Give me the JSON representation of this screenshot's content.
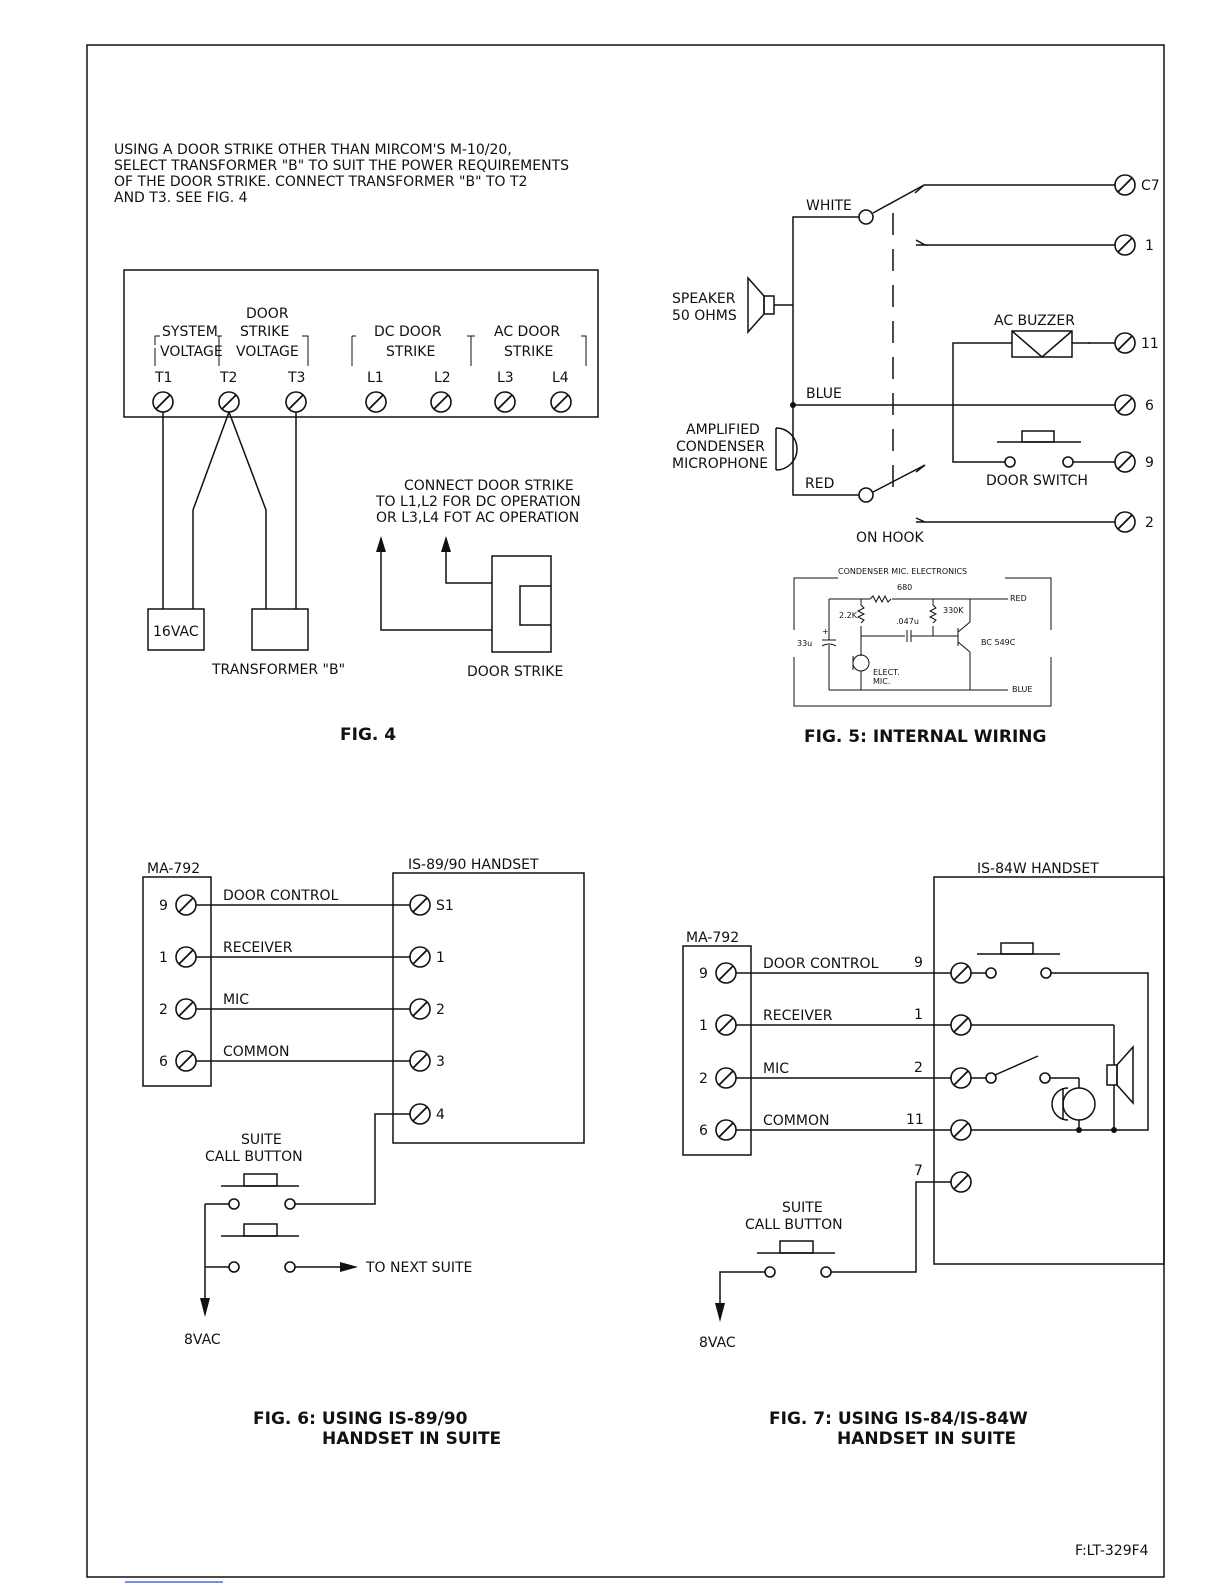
{
  "note": [
    "USING A DOOR STRIKE OTHER THAN MIRCOM'S M-10/20,",
    "SELECT TRANSFORMER \"B\" TO SUIT THE POWER REQUIREMENTS",
    "OF THE DOOR STRIKE. CONNECT TRANSFORMER \"B\" TO T2",
    "AND T3. SEE FIG. 4"
  ],
  "fig4": {
    "caption": "FIG. 4",
    "group_system": [
      "SYSTEM",
      "VOLTAGE"
    ],
    "group_door": [
      "DOOR",
      "STRIKE",
      "VOLTAGE"
    ],
    "group_dc": [
      "DC DOOR",
      "STRIKE"
    ],
    "group_ac": [
      "AC DOOR",
      "STRIKE"
    ],
    "terminals": [
      "T1",
      "T2",
      "T3",
      "L1",
      "L2",
      "L3",
      "L4"
    ],
    "transformer_16vac": "16VAC",
    "transformer_b": "TRANSFORMER \"B\"",
    "connect_note": [
      "CONNECT DOOR STRIKE",
      "TO L1,L2 FOR DC OPERATION",
      "OR L3,L4 FOT AC OPERATION"
    ],
    "door_strike": "DOOR STRIKE"
  },
  "fig5": {
    "caption": "FIG. 5: INTERNAL WIRING",
    "white": "WHITE",
    "blue": "BLUE",
    "red": "RED",
    "speaker": [
      "SPEAKER",
      "50 OHMS"
    ],
    "microphone": [
      "AMPLIFIED",
      "CONDENSER",
      "MICROPHONE"
    ],
    "ac_buzzer": "AC BUZZER",
    "door_switch": "DOOR SWITCH",
    "on_hook": "ON HOOK",
    "terminals": [
      "C7",
      "1",
      "11",
      "6",
      "9",
      "2"
    ],
    "electronics": {
      "title": "CONDENSER MIC. ELECTRONICS",
      "r680": "680",
      "r22k": "2.2K",
      "c047": ".047u",
      "r330k": "330K",
      "c33": "33u",
      "transistor": "BC 549C",
      "red": "RED",
      "blue": "BLUE",
      "elect_mic": [
        "ELECT.",
        "MIC."
      ]
    }
  },
  "fig6": {
    "caption": [
      "FIG. 6: USING IS-89/90",
      "HANDSET IN SUITE"
    ],
    "ma_label": "MA-792",
    "handset_label": "IS-89/90 HANDSET",
    "left_terms": [
      "9",
      "1",
      "2",
      "6"
    ],
    "wires": [
      "DOOR CONTROL",
      "RECEIVER",
      "MIC",
      "COMMON"
    ],
    "right_terms": [
      "S1",
      "1",
      "2",
      "3",
      "4"
    ],
    "suite_call": [
      "SUITE",
      "CALL BUTTON"
    ],
    "next_suite": "TO NEXT SUITE",
    "supply": "8VAC"
  },
  "fig7": {
    "caption": [
      "FIG. 7: USING IS-84/IS-84W",
      "HANDSET IN SUITE"
    ],
    "ma_label": "MA-792",
    "handset_label": "IS-84W HANDSET",
    "left_terms": [
      "9",
      "1",
      "2",
      "6"
    ],
    "wires": [
      "DOOR CONTROL",
      "RECEIVER",
      "MIC",
      "COMMON"
    ],
    "wire_nums": [
      "9",
      "1",
      "2",
      "11",
      "7"
    ],
    "suite_call": [
      "SUITE",
      "CALL BUTTON"
    ],
    "supply": "8VAC"
  },
  "footer_code": "F:LT-329F4"
}
